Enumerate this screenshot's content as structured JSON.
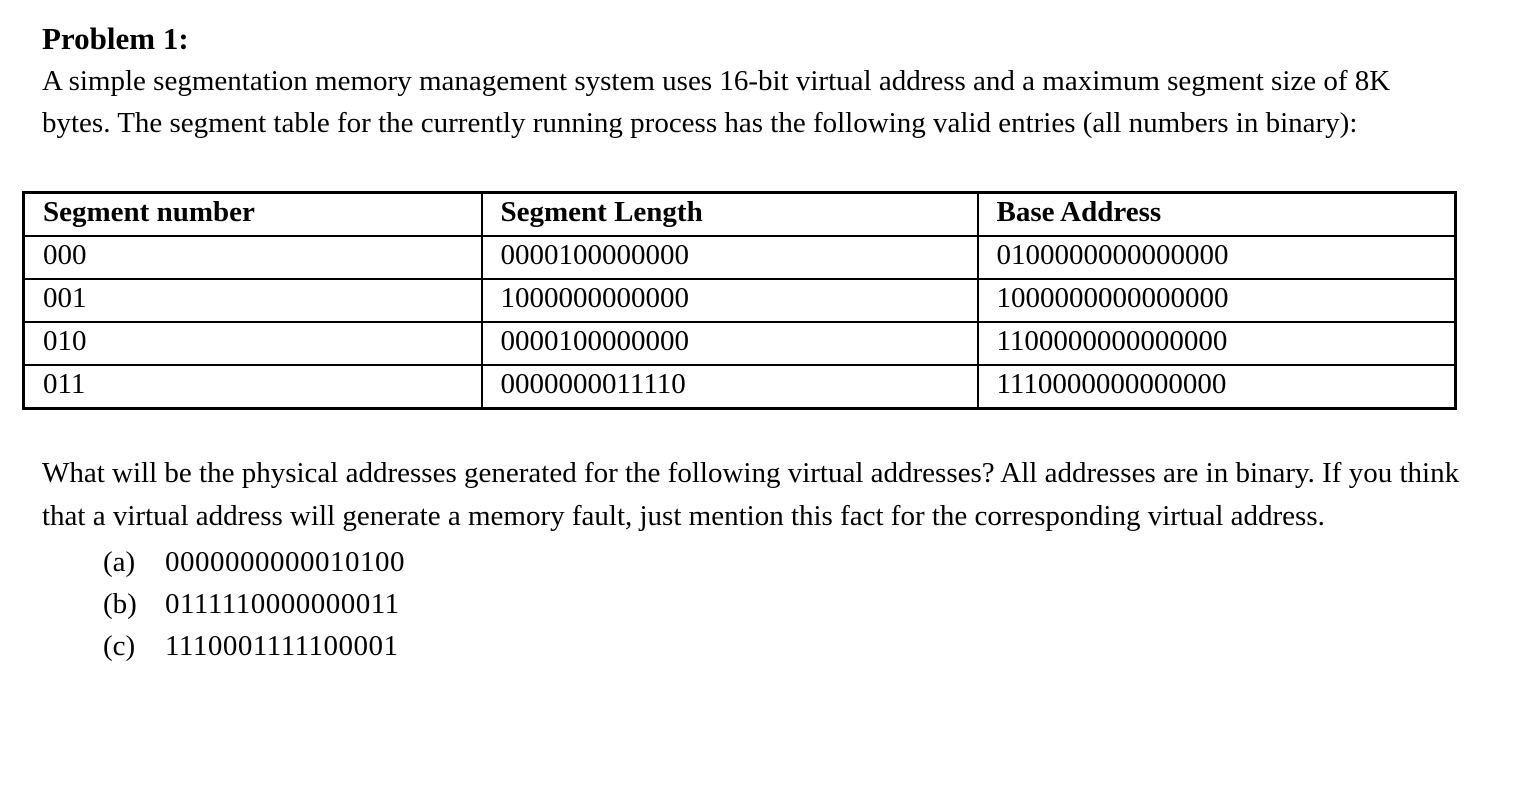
{
  "page": {
    "background_color": "#ffffff",
    "text_color": "#000000"
  },
  "heading": "Problem 1:",
  "intro": "A simple segmentation memory management system uses 16-bit virtual address and a maximum segment size of 8K bytes. The segment table for the currently running process has the following valid entries (all numbers in binary):",
  "segment_table": {
    "headers": [
      "Segment number",
      "Segment Length",
      "Base Address"
    ],
    "rows": [
      [
        "000",
        "0000100000000",
        "0100000000000000"
      ],
      [
        "001",
        "1000000000000",
        "1000000000000000"
      ],
      [
        "010",
        "0000100000000",
        "1100000000000000"
      ],
      [
        "011",
        "0000000011110",
        "1110000000000000"
      ]
    ]
  },
  "question": "What will be the physical addresses generated for the following virtual addresses? All addresses are in binary. If you think that a virtual address will generate a memory fault, just mention this fact for the corresponding virtual address.",
  "virtual_addresses": [
    {
      "label": "(a)",
      "value": "0000000000010100"
    },
    {
      "label": "(b)",
      "value": "0111110000000011"
    },
    {
      "label": "(c)",
      "value": "1110001111100001"
    }
  ]
}
